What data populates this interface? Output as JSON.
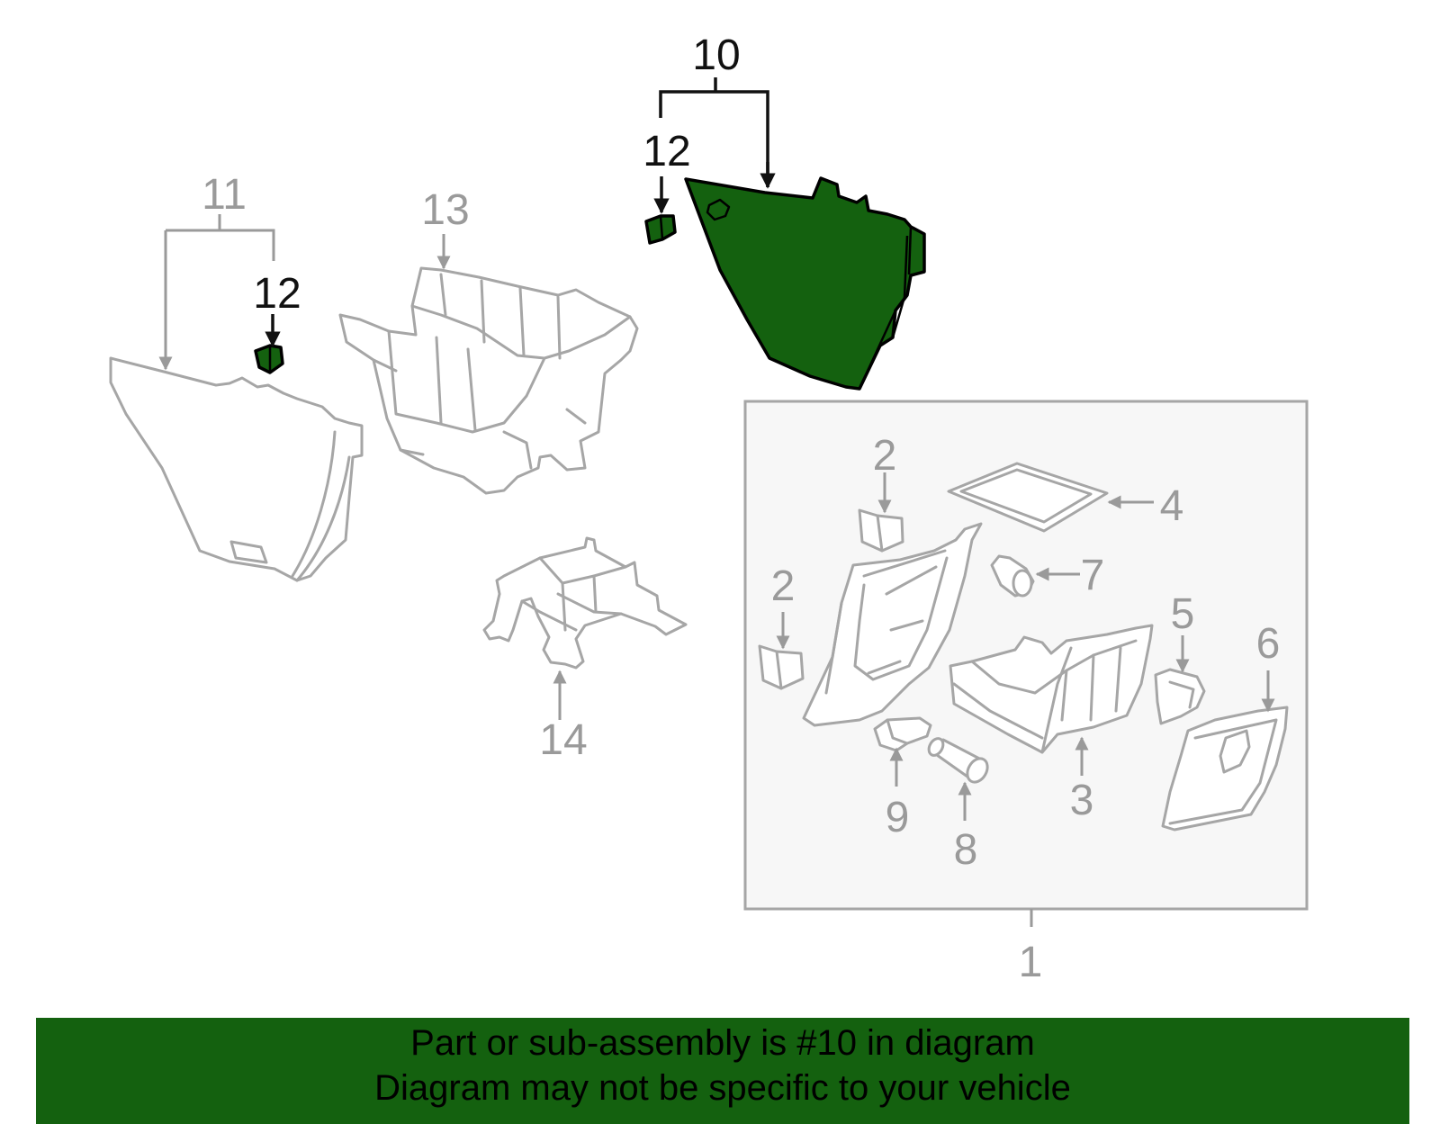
{
  "labels": {
    "p1": "1",
    "p2a": "2",
    "p2b": "2",
    "p3": "3",
    "p4": "4",
    "p5": "5",
    "p6": "6",
    "p7": "7",
    "p8": "8",
    "p9": "9",
    "p10": "10",
    "p11": "11",
    "p12a": "12",
    "p12b": "12",
    "p13": "13",
    "p14": "14"
  },
  "highlight": {
    "part": "10",
    "color": "#14610f"
  },
  "banner": {
    "line1": "Part or sub-assembly is #10 in diagram",
    "line2": "Diagram may not be specific to your vehicle"
  }
}
